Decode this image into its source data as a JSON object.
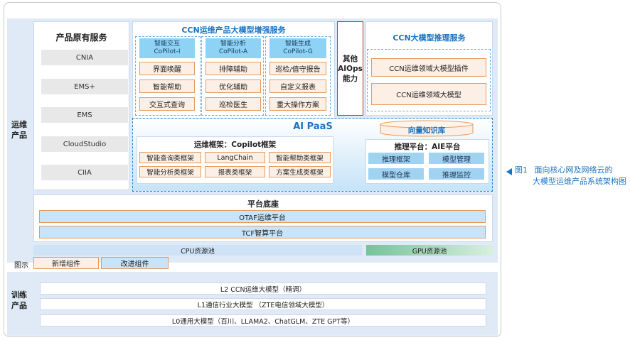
{
  "ops_label": "运维\n产品",
  "train_label": "训练\n产品",
  "original_services": {
    "title": "产品原有服务",
    "items": [
      "CNIA",
      "EMS+",
      "EMS",
      "CloudStudio",
      "CIIA"
    ]
  },
  "ccn_enhance": {
    "title": "CCN运维产品大模型增强服务",
    "copilots": [
      {
        "header": "智能交互\nCoPilot-I",
        "items": [
          "界面唤醒",
          "智能帮助",
          "交互式查询"
        ]
      },
      {
        "header": "智能分析\nCoPilot-A",
        "items": [
          "排障辅助",
          "优化辅助",
          "巡检医生"
        ]
      },
      {
        "header": "智能生成\nCoPilot-G",
        "items": [
          "巡检/值守报告",
          "自定义报表",
          "重大操作方案"
        ]
      }
    ]
  },
  "other_aiops": "其他\nAIOps\n能力",
  "ccn_infer": {
    "title": "CCN大模型推理服务",
    "items": [
      "CCN运维领域大模型插件",
      "CCN运维领域大模型"
    ]
  },
  "aipaas": {
    "title": "AI PaaS",
    "copilot_framework": {
      "title": "运维框架：Copilot框架",
      "items": [
        "智能查询类框架",
        "LangChain",
        "智能帮助类框架",
        "智能分析类框架",
        "报表类框架",
        "方案生成类框架"
      ]
    },
    "vector_db": "向量知识库",
    "inference_platform": {
      "title": "推理平台：AIE平台",
      "items": [
        "推理框架",
        "模型管理",
        "模型仓库",
        "推理监控"
      ]
    }
  },
  "platform": {
    "title": "平台底座",
    "items": [
      "OTAF运维平台",
      "TCF智算平台"
    ]
  },
  "resources": {
    "cpu": "CPU资源池",
    "gpu": "GPU资源池"
  },
  "legend": {
    "label": "图示",
    "new": "新增组件",
    "improved": "改进组件"
  },
  "training": [
    "L2 CCN运维大模型（精调）",
    "L1通信行业大模型 （ZTE电信领域大模型）",
    "L0通用大模型（百川、LLAMA2、ChatGLM、ZTE GPT等）"
  ],
  "caption": {
    "fig": "图1",
    "line1": "面向核心网及网络云的",
    "line2": "大模型运维产品系统架构图"
  },
  "colors": {
    "orange": "#e69a5c",
    "blue_title": "#1a73c0",
    "cyan": "#8ed3f5",
    "red_border": "#c0392b"
  }
}
